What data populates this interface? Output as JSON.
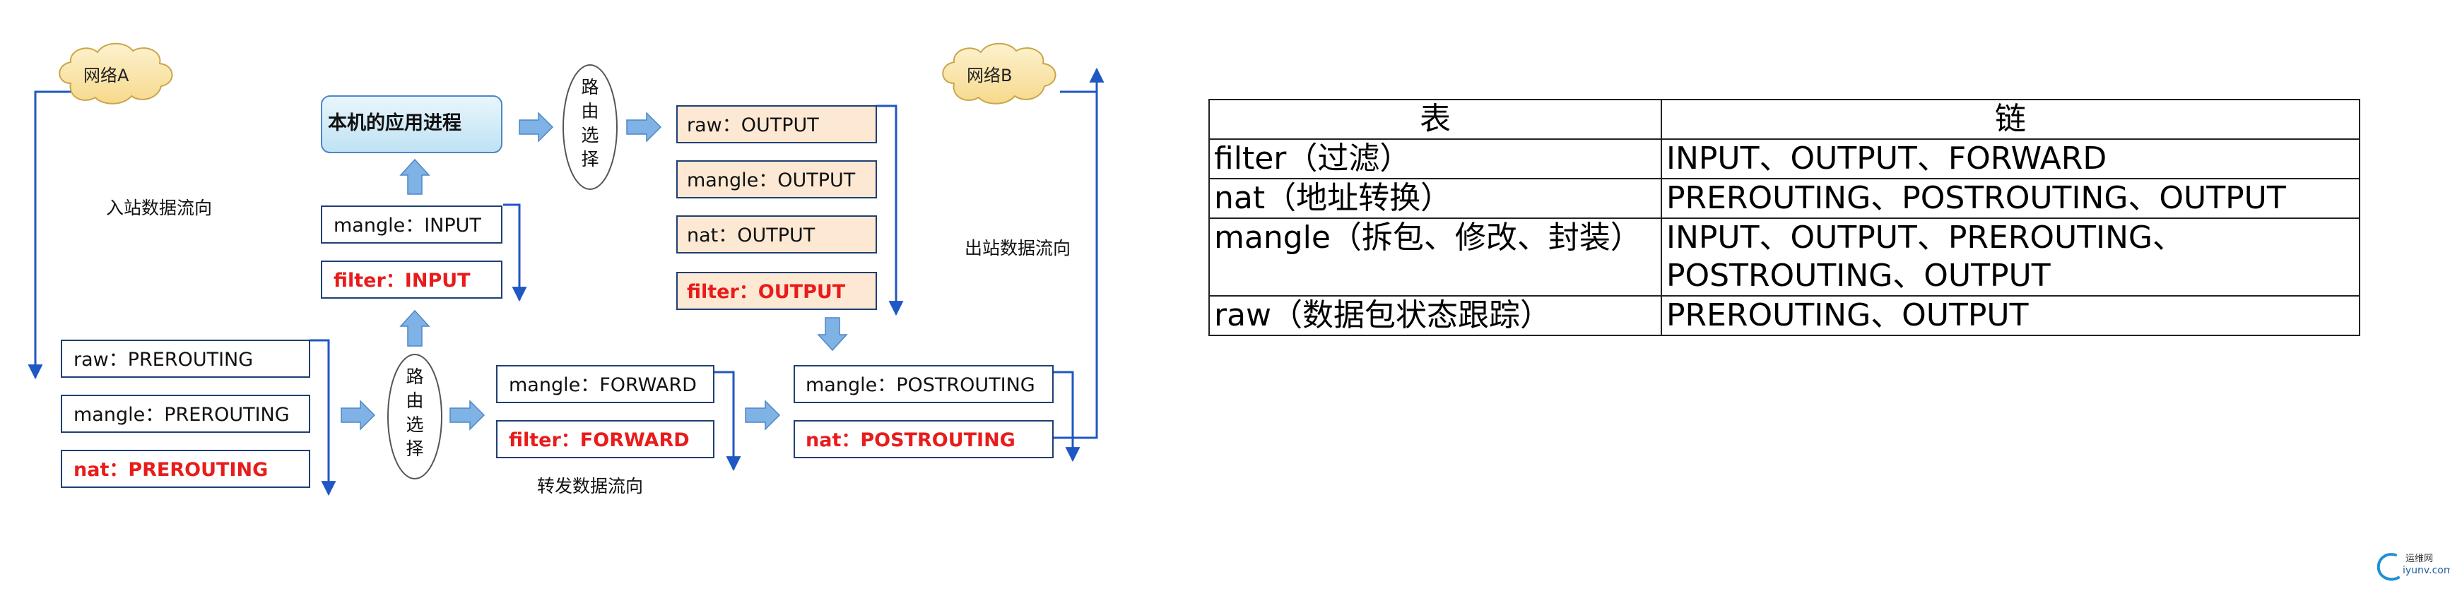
{
  "diagram": {
    "cloud_a": "网络A",
    "cloud_b": "网络B",
    "inbound_label": "入站数据流向",
    "outbound_label": "出站数据流向",
    "forward_label": "转发数据流向",
    "local_process": "本机的应用进程",
    "routing": [
      "路",
      "由",
      "选",
      "择"
    ],
    "prerouting": {
      "raw": "raw：PREROUTING",
      "mangle": "mangle：PREROUTING",
      "nat": "nat：PREROUTING"
    },
    "input": {
      "mangle": "mangle：INPUT",
      "filter": "filter：INPUT"
    },
    "output": {
      "raw": "raw：OUTPUT",
      "mangle": "mangle：OUTPUT",
      "nat": "nat：OUTPUT",
      "filter": "filter：OUTPUT"
    },
    "forward": {
      "mangle": "mangle：FORWARD",
      "filter": "filter：FORWARD"
    },
    "postrouting": {
      "mangle": "mangle：POSTROUTING",
      "nat": "nat：POSTROUTING"
    },
    "colors": {
      "box_border": "#1f3f73",
      "box_fill": "#ffffff",
      "output_fill": "#fde9d3",
      "app_fill": "#d6eef8",
      "arrow_fill": "#7fb2e5",
      "line": "#1f57c3",
      "red_text": "#e81c1c",
      "cloud_fill": "#fce7b4"
    }
  },
  "table": {
    "headers": [
      "表",
      "链"
    ],
    "rows": [
      {
        "table": "filter（过滤）",
        "chains": "INPUT、OUTPUT、FORWARD"
      },
      {
        "table": "nat（地址转换）",
        "chains": "PREROUTING、POSTROUTING、OUTPUT"
      },
      {
        "table": "mangle（拆包、修改、封装）",
        "chains": "INPUT、OUTPUT、PREROUTING、POSTROUTING、OUTPUT"
      },
      {
        "table": "raw（数据包状态跟踪）",
        "chains": "PREROUTING、OUTPUT"
      }
    ]
  },
  "watermark": {
    "line1": "运维网",
    "line2": "iyunv.com"
  }
}
